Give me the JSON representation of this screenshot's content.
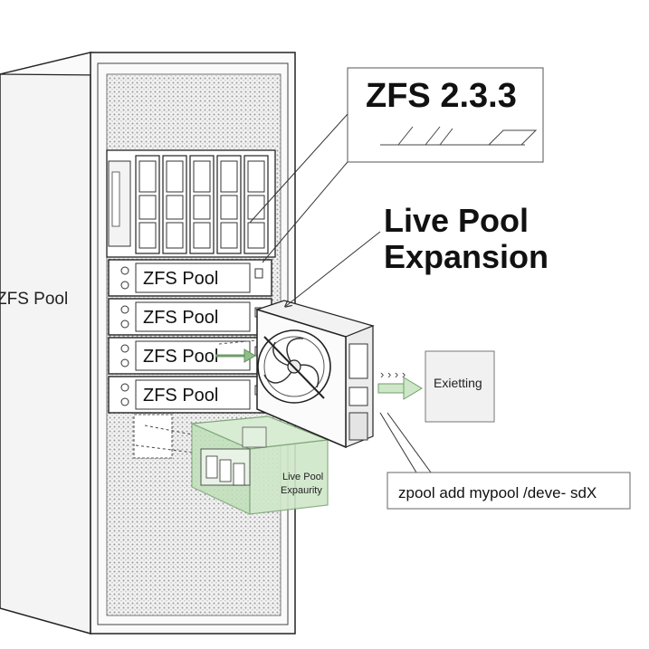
{
  "title": {
    "version_label": "ZFS 2.3.3"
  },
  "heading": {
    "line1": "Live Pool",
    "line2": "Expansion"
  },
  "rack": {
    "side_label": "ZFS Pool",
    "pool_trays": [
      {
        "label": "ZFS Pool"
      },
      {
        "label": "ZFS Pool"
      },
      {
        "label": "ZFS Pool"
      },
      {
        "label": "ZFS Pool"
      }
    ],
    "expansion_box": {
      "label_line1": "Live Pool",
      "label_line2": "Expaurity"
    }
  },
  "existing_box": {
    "label": "Exietting"
  },
  "command": {
    "text": "zpool add mypool /deve- sdX"
  },
  "colors": {
    "line": "#222222",
    "mesh": "#cfcfcf",
    "accent_green": "#bfe0b8",
    "accent_green_stroke": "#7fa878",
    "panel_gray": "#eeeeee"
  }
}
